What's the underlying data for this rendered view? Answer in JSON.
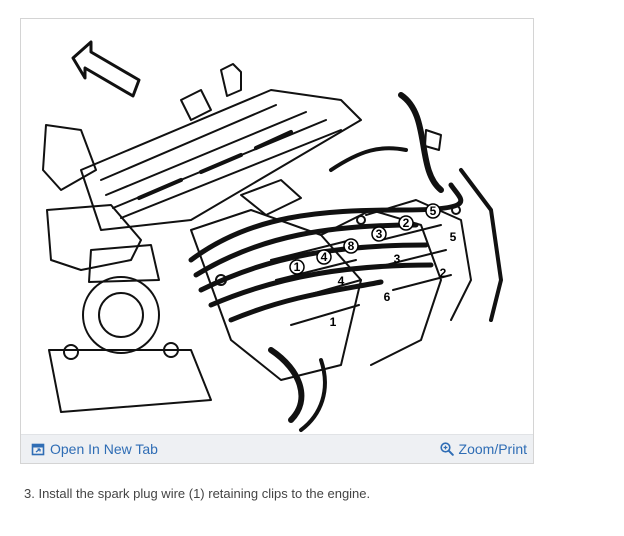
{
  "toolbar": {
    "open_label": "Open In New Tab",
    "open_icon": "open-new-tab-icon",
    "zoom_label": "Zoom/Print",
    "zoom_icon": "zoom-icon",
    "link_color": "#2f6db5"
  },
  "diagram": {
    "labels": [
      "5",
      "2",
      "8",
      "3",
      "4",
      "1",
      "5",
      "3",
      "6",
      "2",
      "4",
      "1"
    ]
  },
  "caption": "3. Install the spark plug wire (1) retaining clips to the engine."
}
